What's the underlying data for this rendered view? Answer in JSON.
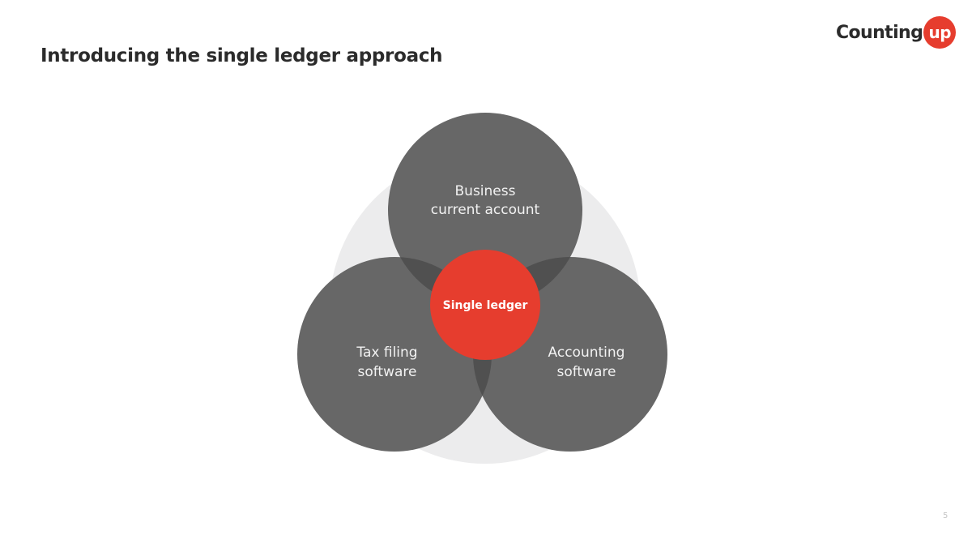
{
  "slide": {
    "title": "Introducing the single ledger approach",
    "page_number": "5"
  },
  "logo": {
    "word": "Counting",
    "badge": "up",
    "badge_color": "#e63d2e"
  },
  "diagram": {
    "circles": [
      {
        "id": "top",
        "line1": "Business",
        "line2": "current account"
      },
      {
        "id": "left",
        "line1": "Tax filing",
        "line2": "software"
      },
      {
        "id": "right",
        "line1": "Accounting",
        "line2": "software"
      }
    ],
    "center": {
      "label": "Single ledger"
    },
    "colors": {
      "circle_fill": "#676767",
      "overlap_fill": "#505050",
      "background_ring": "#ececed",
      "center_fill": "#e63d2e"
    }
  }
}
